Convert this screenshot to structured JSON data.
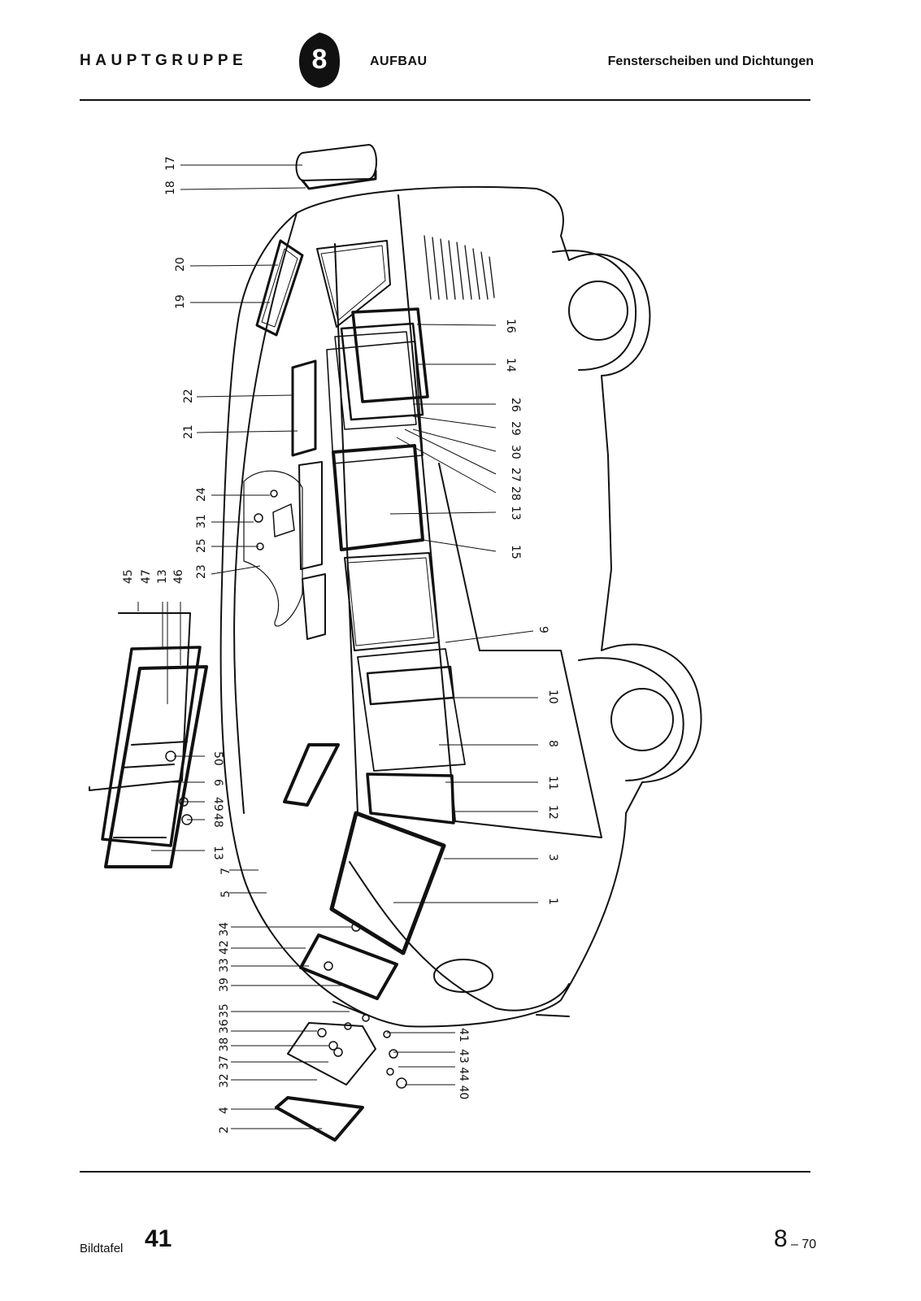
{
  "header": {
    "main_group": "HAUPTGRUPPE",
    "group_number": "8",
    "group_name": "AUFBAU",
    "topic": "Fensterscheiben und Dichtungen"
  },
  "footer": {
    "plate_label": "Bildtafel",
    "plate_number": "41",
    "page_number": "8",
    "page_suffix": "– 70"
  },
  "callouts": {
    "c17": "17",
    "c18": "18",
    "c20": "20",
    "c19": "19",
    "c22": "22",
    "c21": "21",
    "c24": "24",
    "c31": "31",
    "c25": "25",
    "c23": "23",
    "c16": "16",
    "c14": "14",
    "c26": "26",
    "c29": "29",
    "c30": "30",
    "c27": "27",
    "c28": "28",
    "c13a": "13",
    "c15": "15",
    "c45": "45",
    "c47": "47",
    "c13b": "13",
    "c46": "46",
    "c50": "50",
    "c6": "6",
    "c49": "49",
    "c48": "48",
    "c13c": "13",
    "c7": "7",
    "c5": "5",
    "c9": "9",
    "c10": "10",
    "c8": "8",
    "c11": "11",
    "c12": "12",
    "c3": "3",
    "c1": "1",
    "c42_34": "42 34",
    "c33": "33",
    "c39": "39",
    "c35": "35",
    "c32_37_38_36": "32 37 38 36",
    "c2": "2",
    "c4": "4",
    "c41": "41",
    "c43_44_40": "43 44 40"
  }
}
